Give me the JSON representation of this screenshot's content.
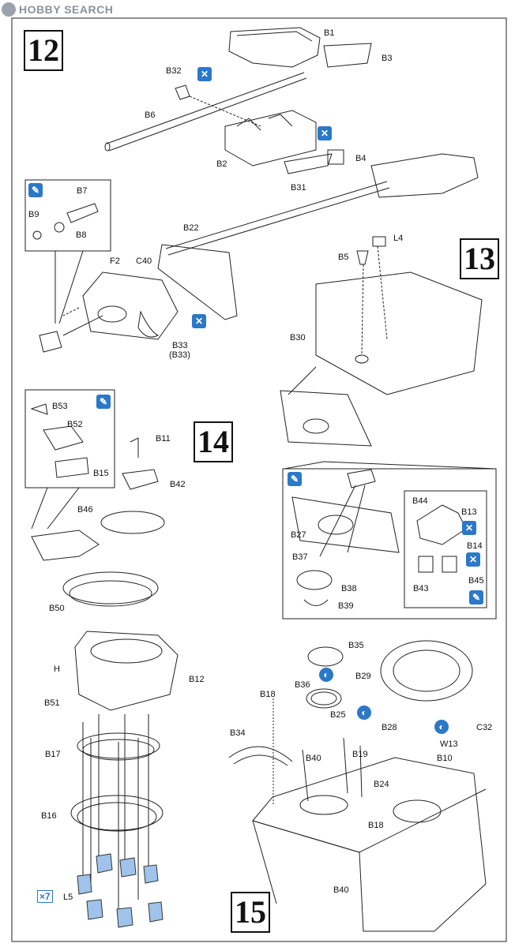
{
  "header": {
    "site_name": "HOBBY SEARCH"
  },
  "steps": {
    "s12": "12",
    "s13": "13",
    "s14": "14",
    "s15": "15"
  },
  "labels": {
    "B1": "B1",
    "B3": "B3",
    "B32": "B32",
    "B6": "B6",
    "B2": "B2",
    "B4": "B4",
    "B31": "B31",
    "B7": "B7",
    "B9": "B9",
    "B8": "B8",
    "B22": "B22",
    "F2": "F2",
    "C40": "C40",
    "B33": "B33",
    "B33b": "(B33)",
    "L4": "L4",
    "B5": "B5",
    "B30": "B30",
    "B53": "B53",
    "B52": "B52",
    "B15": "B15",
    "B11": "B11",
    "B42": "B42",
    "B46": "B46",
    "B50": "B50",
    "H": "H",
    "B12": "B12",
    "B51": "B51",
    "B17": "B17",
    "B16": "B16",
    "L5": "L5",
    "B44": "B44",
    "B13": "B13",
    "B14": "B14",
    "B43": "B43",
    "B45": "B45",
    "B27": "B27",
    "B37": "B37",
    "B38": "B38",
    "B39": "B39",
    "B35": "B35",
    "B36": "B36",
    "B29": "B29",
    "B18": "B18",
    "B25": "B25",
    "B28": "B28",
    "C32": "C32",
    "W13": "W13",
    "B34": "B34",
    "B40": "B40",
    "B19": "B19",
    "B10": "B10",
    "B24": "B24",
    "B18b": "B18",
    "B40b": "B40"
  },
  "quantity": {
    "count": "7"
  },
  "icons": {
    "glue": "glue-icon",
    "no_glue": "no-glue-icon",
    "rotate": "rotate-icon",
    "accent": "#2c78c8"
  }
}
